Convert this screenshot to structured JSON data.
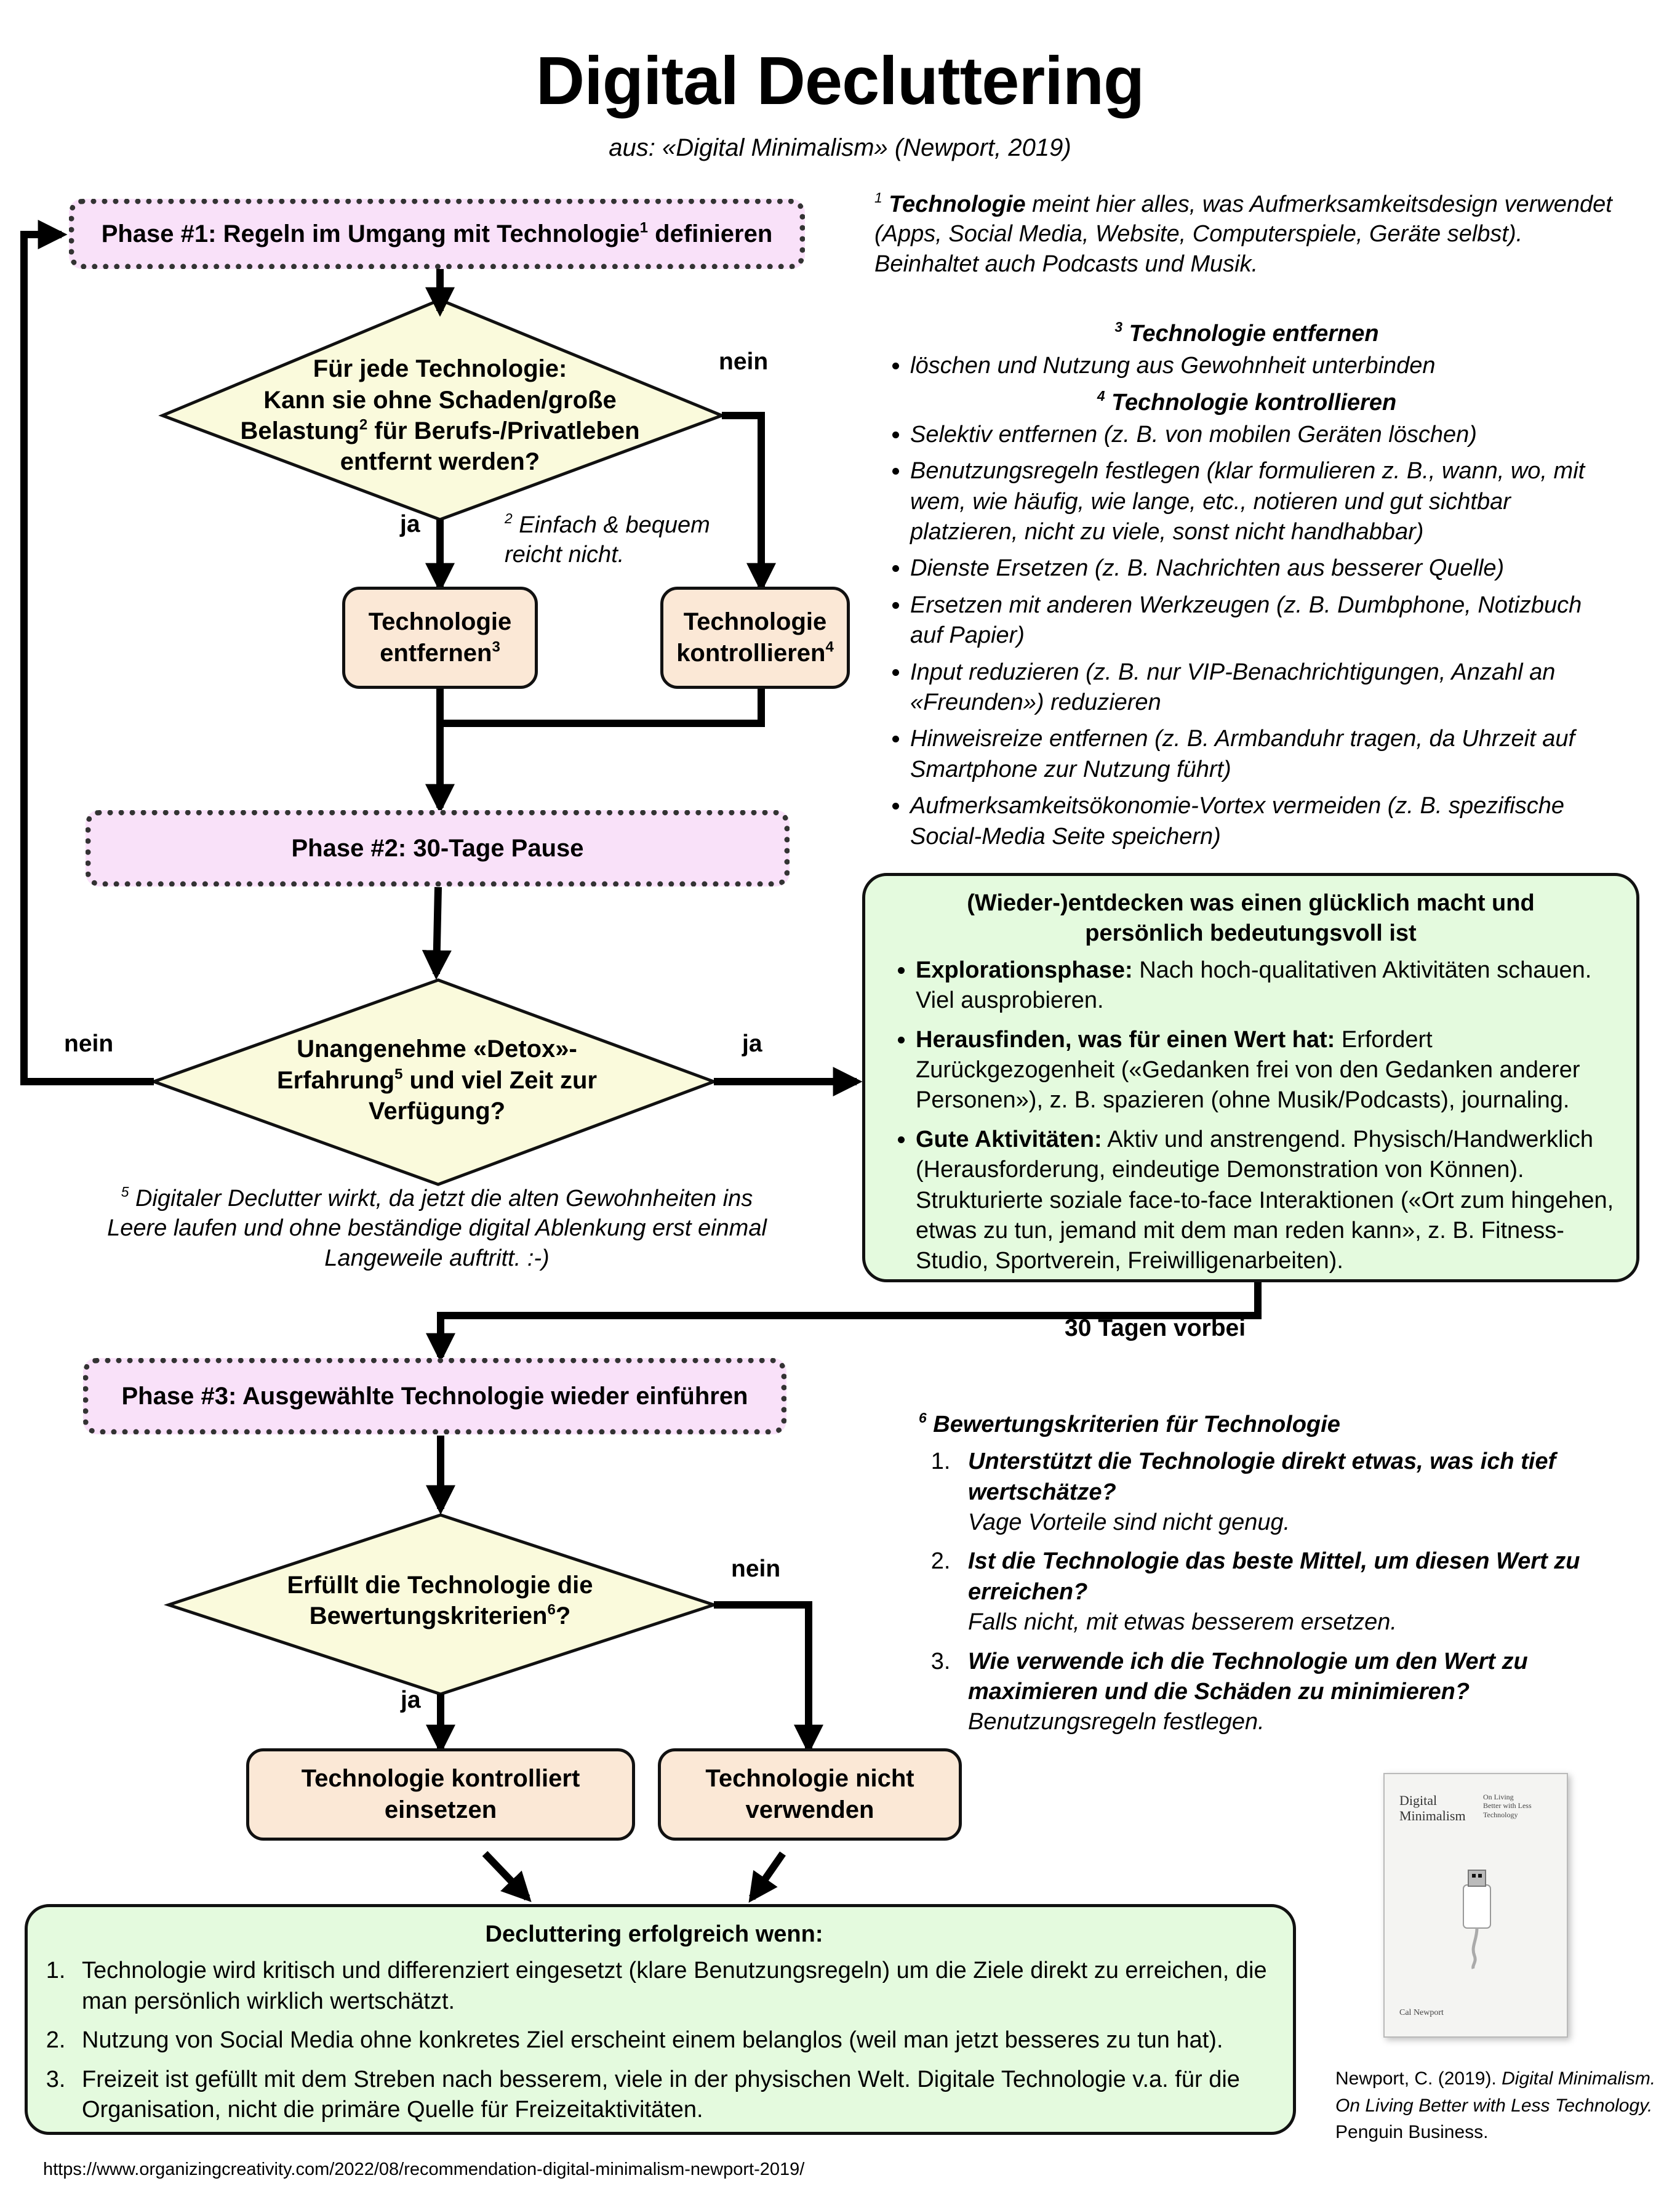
{
  "title": "Digital Decluttering",
  "subtitle": "aus: «Digital Minimalism» (Newport, 2019)",
  "phase1": {
    "text": "Phase #1: Regeln im Umgang mit Technologie",
    "sup": "1",
    "text_after": " definieren"
  },
  "decision1": {
    "line1": "Für jede Technologie:",
    "line2": "Kann sie ohne Schaden/große",
    "line3_pre": "Belastung",
    "line3_sup": "2",
    "line3_post": " für Berufs-/Privatleben",
    "line4": "entfernt werden?",
    "yes_label": "ja",
    "no_label": "nein"
  },
  "footnote2": {
    "sup": "2",
    "line1": " Einfach & bequem",
    "line2": "reicht nicht."
  },
  "box_remove": {
    "line1": "Technologie",
    "line2": "entfernen",
    "sup": "3"
  },
  "box_control": {
    "line1": "Technologie",
    "line2": "kontrollieren",
    "sup": "4"
  },
  "phase2": {
    "text": "Phase #2: 30-Tage Pause"
  },
  "decision2": {
    "line1": "Unangenehme «Detox»-",
    "line2_pre": "Erfahrung",
    "line2_sup": "5",
    "line2_post": "  und viel Zeit zur",
    "line3": "Verfügung?",
    "no_label": "nein",
    "yes_label": "ja"
  },
  "footnote5": {
    "sup": "5",
    "line1": " Digitaler Declutter wirkt, da jetzt die alten Gewohnheiten ins",
    "line2": "Leere laufen und ohne beständige digital Ablenkung erst einmal",
    "line3": "Langeweile auftritt. :-)"
  },
  "footnote1": {
    "sup": "1",
    "term": " Technologie",
    "text": " meint hier alles, was Aufmerksamkeitsdesign verwendet (Apps, Social Media, Website, Computerspiele, Geräte selbst). Beinhaltet auch Podcasts und Musik."
  },
  "footnote3": {
    "sup": "3",
    "heading": " Technologie entfernen",
    "items": [
      "löschen und Nutzung aus Gewohnheit unterbinden"
    ]
  },
  "footnote4": {
    "sup": "4",
    "heading": " Technologie kontrollieren",
    "items": [
      "Selektiv entfernen (z. B. von mobilen Geräten löschen)",
      "Benutzungsregeln festlegen (klar formulieren z. B., wann, wo, mit wem, wie häufig, wie lange, etc., notieren und gut sichtbar platzieren, nicht zu viele, sonst nicht handhabbar)",
      "Dienste Ersetzen (z. B. Nachrichten aus besserer Quelle)",
      "Ersetzen mit anderen Werkzeugen (z. B. Dumbphone, Notizbuch auf Papier)",
      "Input reduzieren (z. B. nur VIP-Benachrichtigungen, Anzahl an «Freunden») reduzieren",
      "Hinweisreize entfernen (z. B. Armbanduhr tragen, da Uhrzeit auf Smartphone zur Nutzung führt)",
      "Aufmerksamkeitsökonomie-Vortex vermeiden (z. B. spezifische Social-Media Seite speichern)"
    ]
  },
  "rediscover": {
    "title_line1": "(Wieder-)entdecken was einen glücklich macht und",
    "title_line2": "persönlich bedeutungsvoll ist",
    "items": [
      {
        "bold": "Explorationsphase:",
        "text": " Nach hoch-qualitativen Aktivitäten schauen. Viel ausprobieren."
      },
      {
        "bold": "Herausfinden, was für einen Wert hat:",
        "text": " Erfordert Zurückgezogenheit («Gedanken frei von den Gedanken anderer Personen»), z. B. spazieren (ohne Musik/Podcasts), journaling."
      },
      {
        "bold": "Gute Aktivitäten:",
        "text": " Aktiv und anstrengend. Physisch/Handwerklich (Herausforderung, eindeutige Demonstration von Können). Strukturierte soziale face-to-face Interaktionen («Ort zum hingehen, etwas zu tun, jemand mit dem man reden kann», z. B. Fitness-Studio, Sportverein, Freiwilligenarbeiten)."
      }
    ]
  },
  "days_label": "30 Tagen vorbei",
  "phase3": {
    "text": "Phase #3: Ausgewählte Technologie wieder einführen"
  },
  "decision3": {
    "line1": "Erfüllt die Technologie die",
    "line2_pre": "Bewertungskriterien",
    "line2_sup": "6",
    "line2_post": "?",
    "no_label": "nein",
    "yes_label": "ja"
  },
  "box_use": {
    "line1": "Technologie kontrolliert",
    "line2": "einsetzen"
  },
  "box_dont": {
    "line1": "Technologie nicht",
    "line2": "verwenden"
  },
  "footnote6": {
    "sup": "6",
    "heading": " Bewertungskriterien für Technologie",
    "items": [
      {
        "q": "Unterstützt die Technologie direkt etwas, was ich tief wertschätze?",
        "a": "Vage Vorteile sind nicht genug."
      },
      {
        "q": "Ist die Technologie das beste Mittel, um diesen Wert zu erreichen?",
        "a": "Falls nicht, mit etwas besserem ersetzen."
      },
      {
        "q": "Wie verwende ich die Technologie um den Wert zu maximieren und die Schäden zu minimieren?",
        "a": "Benutzungsregeln festlegen."
      }
    ]
  },
  "success": {
    "title": "Decluttering erfolgreich wenn:",
    "items": [
      "Technologie wird kritisch und differenziert eingesetzt (klare Benutzungsregeln) um die Ziele direkt zu erreichen, die man persönlich wirklich wertschätzt.",
      "Nutzung von Social Media ohne konkretes Ziel erscheint einem belanglos (weil man jetzt besseres zu tun hat).",
      "Freizeit ist gefüllt mit dem Streben nach besserem, viele in der physischen Welt. Digitale Technologie v.a. für die Organisation, nicht die primäre Quelle für Freizeitaktivitäten."
    ]
  },
  "book_cover": {
    "title_line1": "Digital",
    "title_line2": "Minimalism",
    "subtitle_line1": "On Living",
    "subtitle_line2": "Better with Less",
    "subtitle_line3": "Technology",
    "author": "Cal Newport"
  },
  "citation": {
    "author": "Newport, C. (2019). ",
    "title": "Digital Minimalism. On Living Better with Less Technology.",
    "publisher": " Penguin Business."
  },
  "url": "https://www.organizingcreativity.com/2022/08/recommendation-digital-minimalism-newport-2019/",
  "colors": {
    "phase_fill": "#f9e1f9",
    "decision_fill": "#fafadc",
    "box_fill": "#fbe8d6",
    "green_fill": "#e4fade"
  }
}
